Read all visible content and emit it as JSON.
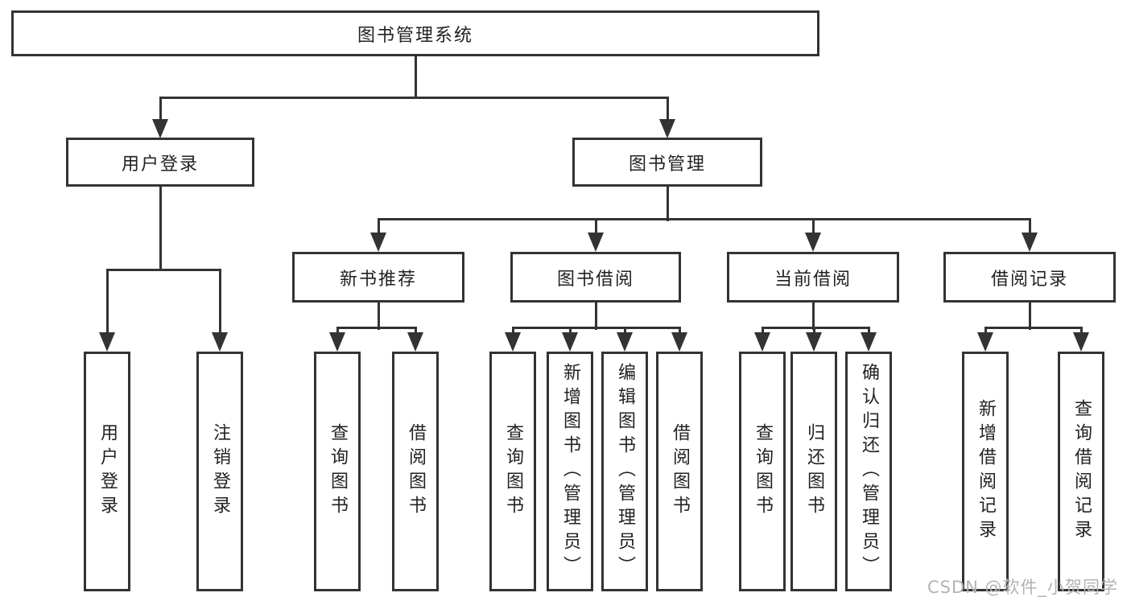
{
  "diagram_type": "hierarchy-tree",
  "colors": {
    "line": "#333333",
    "background": "#ffffff",
    "text": "#222222",
    "watermark": "#b3b3b3"
  },
  "tree": {
    "label": "图书管理系统",
    "children": [
      {
        "label": "用户登录",
        "children": [
          {
            "label": "用户登录"
          },
          {
            "label": "注销登录"
          }
        ]
      },
      {
        "label": "图书管理",
        "children": [
          {
            "label": "新书推荐",
            "children": [
              {
                "label": "查询图书"
              },
              {
                "label": "借阅图书"
              }
            ]
          },
          {
            "label": "图书借阅",
            "children": [
              {
                "label": "查询图书"
              },
              {
                "label": "新增图书（管理员）"
              },
              {
                "label": "编辑图书（管理员）"
              },
              {
                "label": "借阅图书"
              }
            ]
          },
          {
            "label": "当前借阅",
            "children": [
              {
                "label": "查询图书"
              },
              {
                "label": "归还图书"
              },
              {
                "label": "确认归还（管理员）"
              }
            ]
          },
          {
            "label": "借阅记录",
            "children": [
              {
                "label": "新增借阅记录"
              },
              {
                "label": "查询借阅记录"
              }
            ]
          }
        ]
      }
    ]
  },
  "watermark": {
    "text": "CSDN @软件_小贺同学"
  }
}
